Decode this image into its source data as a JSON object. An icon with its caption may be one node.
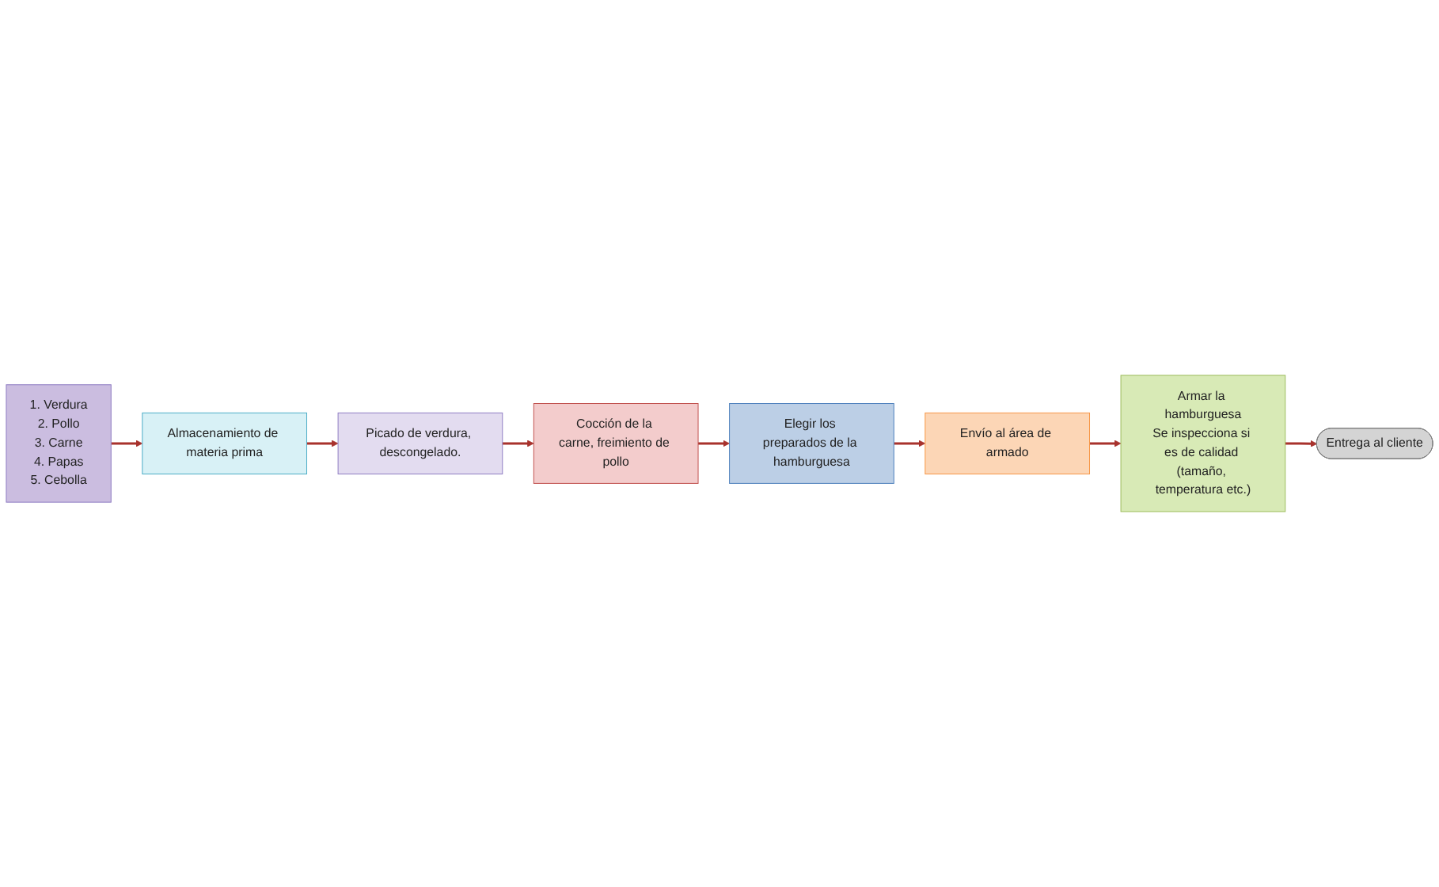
{
  "diagram": {
    "nodes": [
      {
        "text": [
          "1. Verdura",
          "2. Pollo",
          "3. Carne",
          "4. Papas",
          "5. Cebolla"
        ]
      },
      {
        "text": [
          "Almacenamiento de materia prima"
        ]
      },
      {
        "text": [
          "Picado de verdura, descongelado."
        ]
      },
      {
        "text": [
          "Cocción de la carne, freimiento de pollo"
        ]
      },
      {
        "text": [
          "Elegir los preparados de la hamburguesa"
        ]
      },
      {
        "text": [
          "Envío al área de armado"
        ]
      },
      {
        "text": [
          "Armar la hamburguesa",
          "Se inspecciona si es de calidad (tamaño, temperatura etc.)"
        ]
      },
      {
        "text": [
          "Entrega al cliente"
        ]
      }
    ],
    "edges": [
      {
        "from": 0,
        "to": 1,
        "arrow": "to"
      },
      {
        "from": 1,
        "to": 2,
        "arrow": "to"
      },
      {
        "from": 2,
        "to": 3,
        "arrow": "to"
      },
      {
        "from": 3,
        "to": 4,
        "arrow": "to"
      },
      {
        "from": 4,
        "to": 5,
        "arrow": "to"
      },
      {
        "from": 5,
        "to": 6,
        "arrow": "to"
      },
      {
        "from": 6,
        "to": 7,
        "arrow": "to"
      }
    ]
  }
}
